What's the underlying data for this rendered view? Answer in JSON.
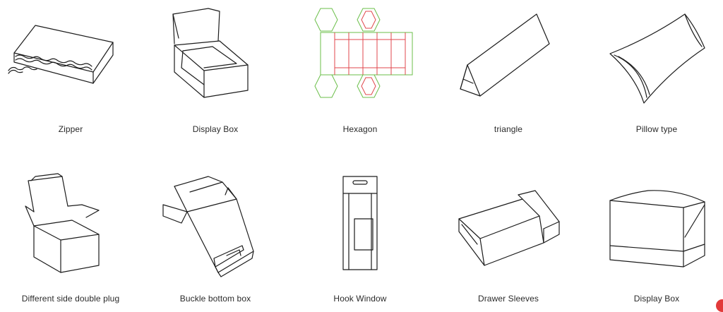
{
  "items": [
    {
      "label": "Zipper",
      "icon": "zipper-box-icon"
    },
    {
      "label": "Display Box",
      "icon": "display-box-icon"
    },
    {
      "label": "Hexagon",
      "icon": "hexagon-box-icon"
    },
    {
      "label": "triangle",
      "icon": "triangle-box-icon"
    },
    {
      "label": "Pillow type",
      "icon": "pillow-box-icon"
    },
    {
      "label": "Different side double plug",
      "icon": "double-plug-box-icon"
    },
    {
      "label": "Buckle bottom box",
      "icon": "buckle-bottom-box-icon"
    },
    {
      "label": "Hook Window",
      "icon": "hook-window-box-icon"
    },
    {
      "label": "Drawer Sleeves",
      "icon": "drawer-sleeve-box-icon"
    },
    {
      "label": "Display Box",
      "icon": "display-box-2-icon"
    }
  ],
  "colors": {
    "line": "#1c1c1c",
    "dieline_green": "#6bbf4a",
    "dieline_red": "#e0474c",
    "label": "#2a2a2a",
    "corner_badge": "#e23a3a"
  }
}
